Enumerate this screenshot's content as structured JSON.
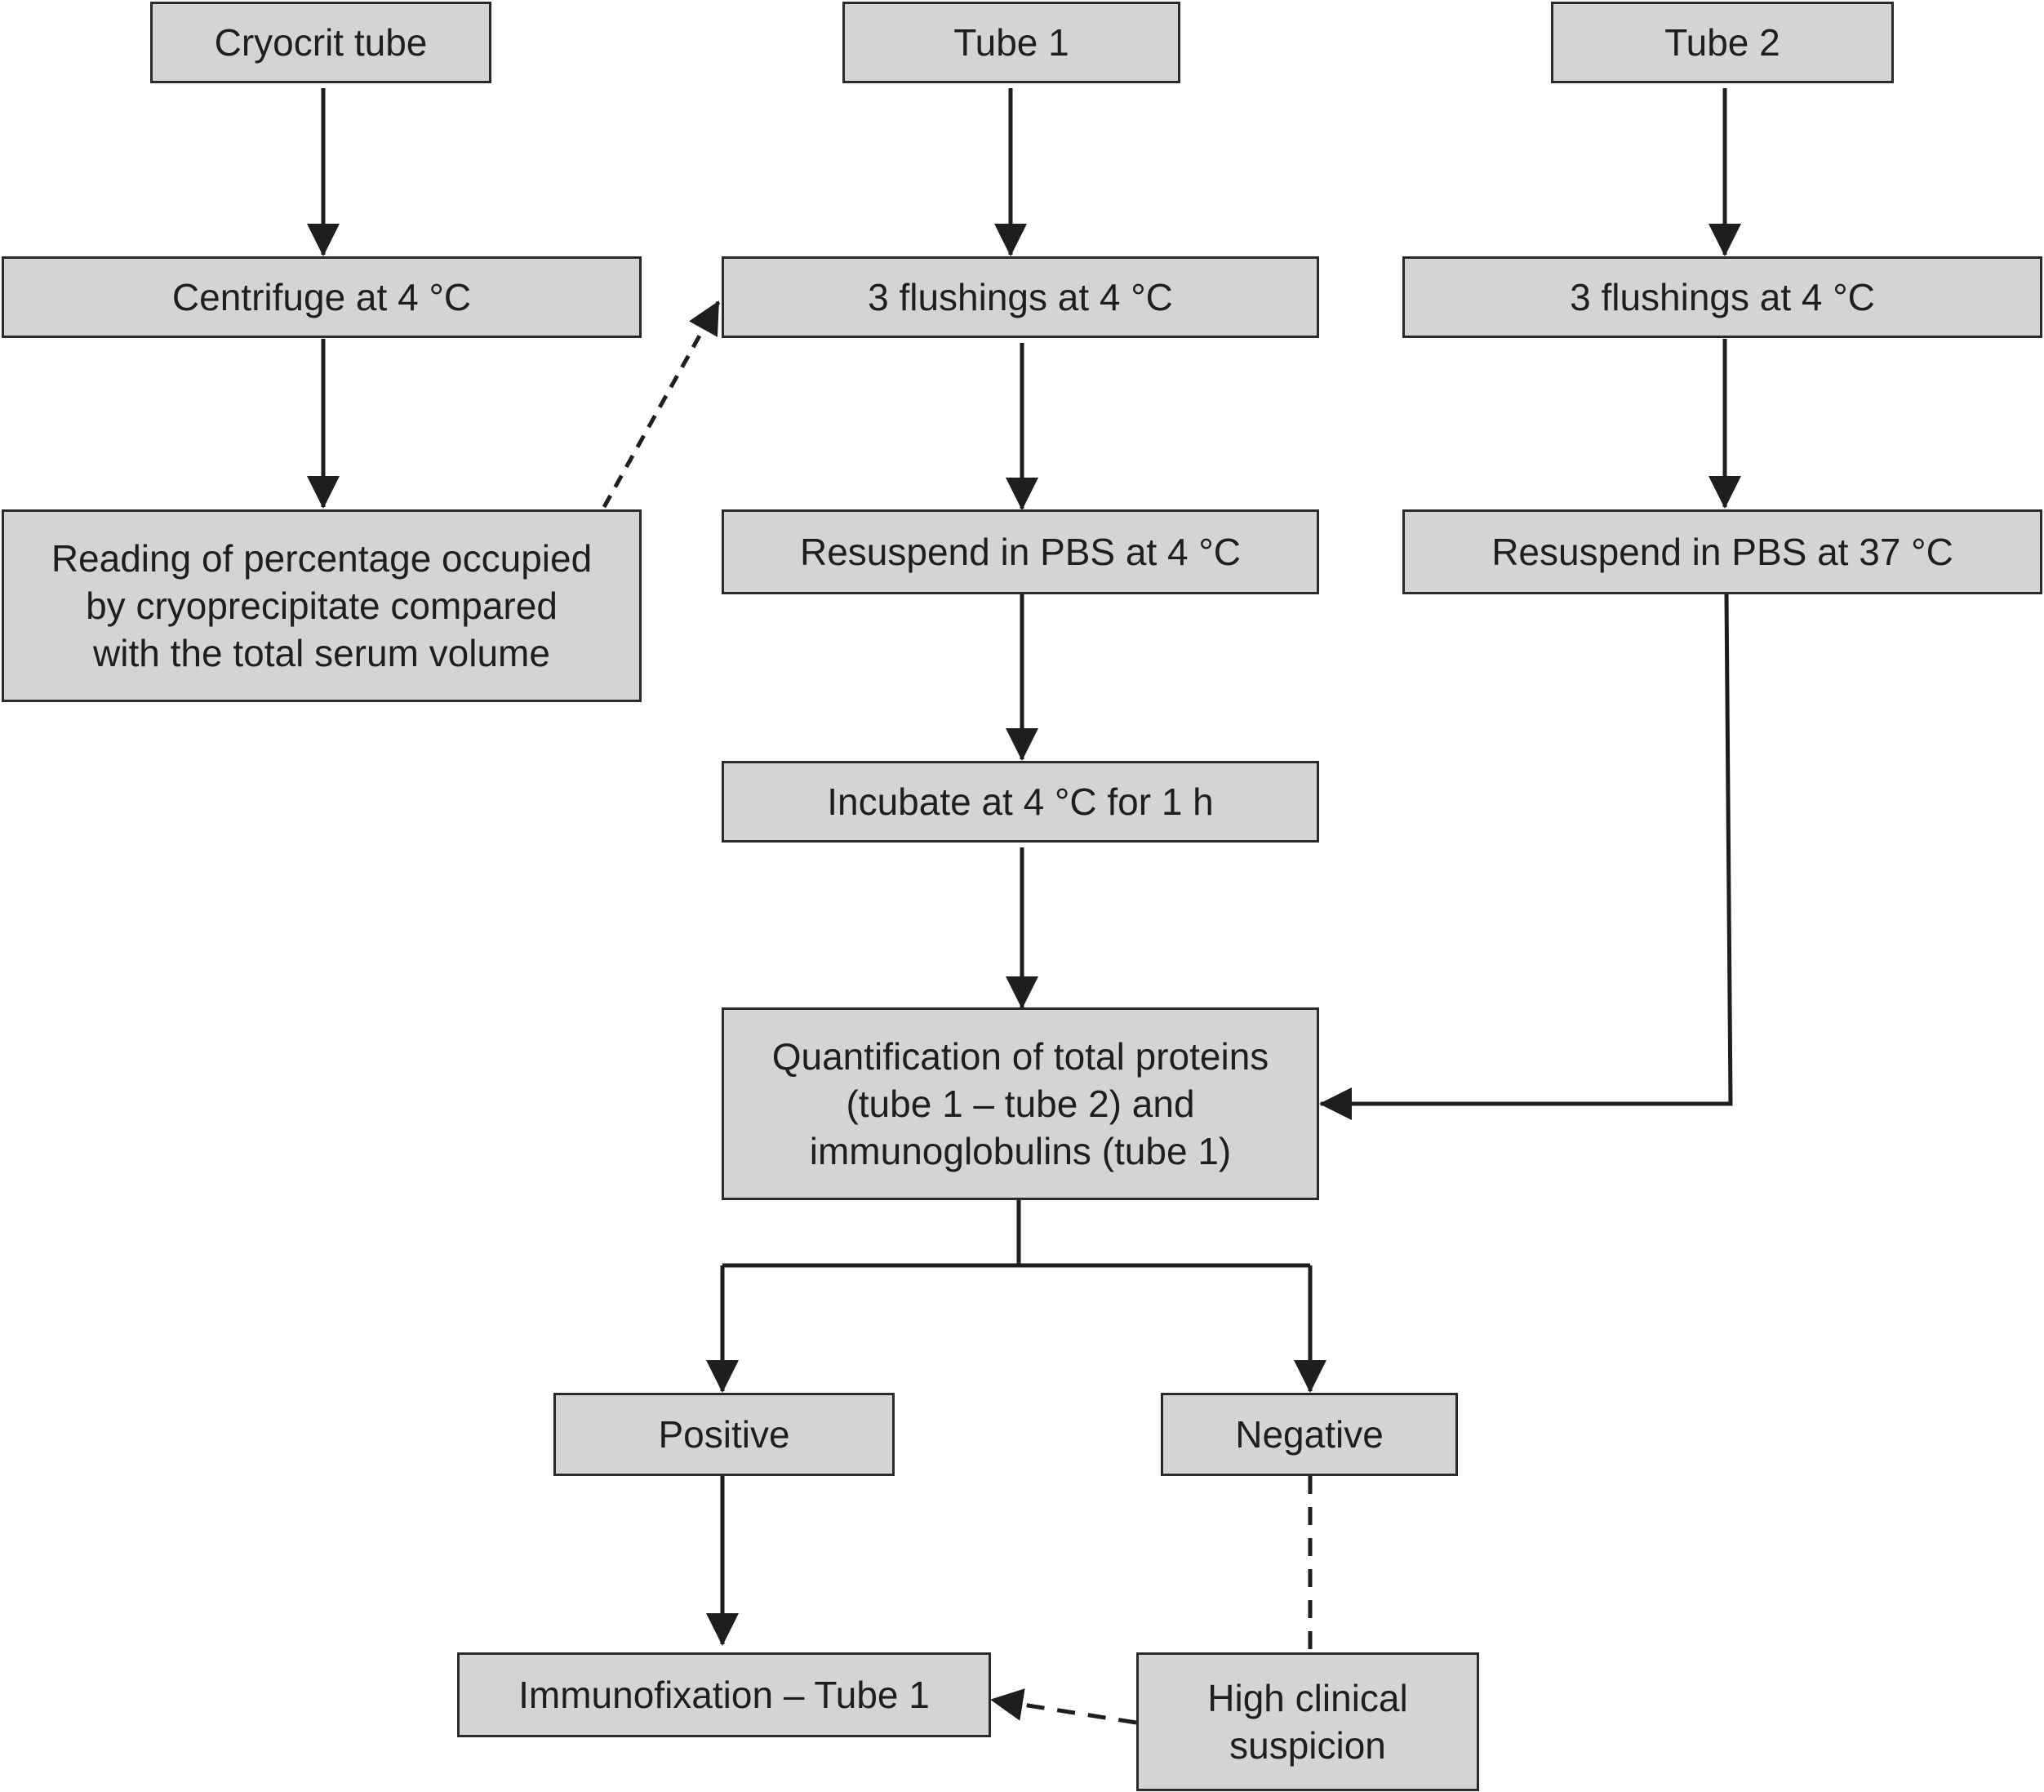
{
  "nodes": {
    "cryocrit_tube": "Cryocrit tube",
    "tube1": "Tube 1",
    "tube2": "Tube 2",
    "centrifuge": "Centrifuge at 4 °C",
    "flush1": "3 flushings at 4 °C",
    "flush2": "3 flushings at 4 °C",
    "reading": "Reading of percentage occupied\nby cryoprecipitate compared\nwith the total serum volume",
    "resuspend1": "Resuspend in PBS at 4 °C",
    "resuspend2": "Resuspend in PBS at 37 °C",
    "incubate": "Incubate at 4 °C for 1 h",
    "quantification": "Quantification of total proteins\n(tube 1 – tube 2) and\nimmunoglobulins (tube 1)",
    "positive": "Positive",
    "negative": "Negative",
    "immunofixation": "Immunofixation – Tube 1",
    "high_suspicion": "High clinical\nsuspicion"
  },
  "edges": [
    {
      "from": "cryocrit_tube",
      "to": "centrifuge",
      "style": "solid"
    },
    {
      "from": "centrifuge",
      "to": "reading",
      "style": "solid"
    },
    {
      "from": "reading",
      "to": "flush1",
      "style": "dashed"
    },
    {
      "from": "tube1",
      "to": "flush1",
      "style": "solid"
    },
    {
      "from": "flush1",
      "to": "resuspend1",
      "style": "solid"
    },
    {
      "from": "resuspend1",
      "to": "incubate",
      "style": "solid"
    },
    {
      "from": "incubate",
      "to": "quantification",
      "style": "solid"
    },
    {
      "from": "tube2",
      "to": "flush2",
      "style": "solid"
    },
    {
      "from": "flush2",
      "to": "resuspend2",
      "style": "solid"
    },
    {
      "from": "resuspend2",
      "to": "quantification",
      "style": "solid"
    },
    {
      "from": "quantification",
      "to": "positive",
      "style": "solid"
    },
    {
      "from": "quantification",
      "to": "negative",
      "style": "solid"
    },
    {
      "from": "positive",
      "to": "immunofixation",
      "style": "solid"
    },
    {
      "from": "negative",
      "to": "high_suspicion",
      "style": "dashed"
    },
    {
      "from": "high_suspicion",
      "to": "immunofixation",
      "style": "dashed"
    }
  ],
  "colors": {
    "box_fill": "#d4d4d4",
    "stroke": "#2a2a2a",
    "text": "#1e1e1e"
  }
}
